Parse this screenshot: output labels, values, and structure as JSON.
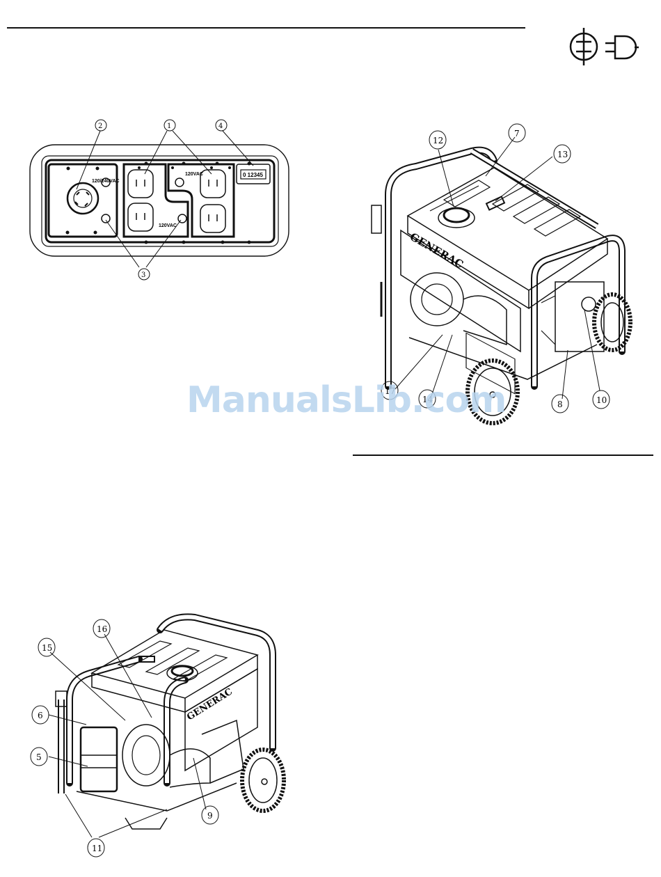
{
  "watermark": "ManualsLib.com",
  "control_panel": {
    "label_240": "120/240VAC",
    "label_120_top": "120VAC",
    "label_120_bottom": "120VAC",
    "hour_meter": "0 12345",
    "callouts": [
      "2",
      "1",
      "4",
      "3"
    ]
  },
  "front_view": {
    "brand": "GENERAC",
    "callouts": [
      "12",
      "7",
      "13",
      "17",
      "14",
      "8",
      "10"
    ]
  },
  "rear_view": {
    "brand": "GENERAC",
    "callouts": [
      "16",
      "15",
      "6",
      "5",
      "9",
      "11"
    ]
  }
}
